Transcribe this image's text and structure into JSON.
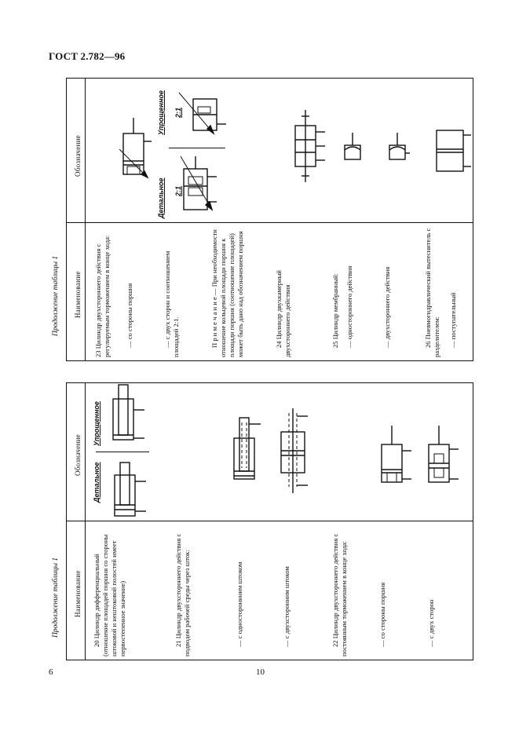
{
  "header": {
    "standard": "ГОСТ 2.782—96"
  },
  "footer": {
    "page_number": "6",
    "sheet_number": "10"
  },
  "tables": {
    "left": {
      "continuation": "Продолжение таблицы 1",
      "col_name": "Наименование",
      "col_symbol": "Обозначение",
      "labels": {
        "detailed": "Детальное",
        "simplified": "Упрощенное"
      },
      "rows": {
        "r20": "20 Цилиндр дифференциальный (отношение площадей поршня со стороны штоковой и нештоковой полостей имеет первостепенное значение)",
        "r21": "21 Цилиндр двухстороннего действия с подводом рабочей среды через шток:",
        "r21a": "— с одностороннним штоком",
        "r21b": "— с двухсторонним штоком",
        "r22": "22 Цилиндр двухстороннего действия с постоянным торможением в конце хода:",
        "r22a": "— со стороны поршня",
        "r22b": "— с двух сторон"
      }
    },
    "right": {
      "continuation": "Продолжение таблицы 1",
      "col_name": "Наименование",
      "col_symbol": "Обозначение",
      "labels": {
        "detailed": "Детальное",
        "simplified": "Упрощенное",
        "ratio": "2:1"
      },
      "rows": {
        "r23": "23 Цилиндр двухстороннего действия с регулируемым торможением в конце хода:",
        "r23a": "— со стороны поршня",
        "r23b": "— с двух сторон и соотношением площадей 2:1.",
        "note": "П р и м е ч а н и е — При необходимости отношение кольцевой площади поршня к площади поршня (соотношение площадей) может быть дано над обозначением поршня",
        "r24": "24 Цилиндр двухкамерный двухстороннего действия",
        "r25": "25 Цилиндр мембранный:",
        "r25a": "— одностороннего действия",
        "r25b": "— двухстороннего действия",
        "r26": "26 Пневмогидравлический вытеснитель с разделителем:",
        "r26a": "— поступательный"
      }
    }
  }
}
